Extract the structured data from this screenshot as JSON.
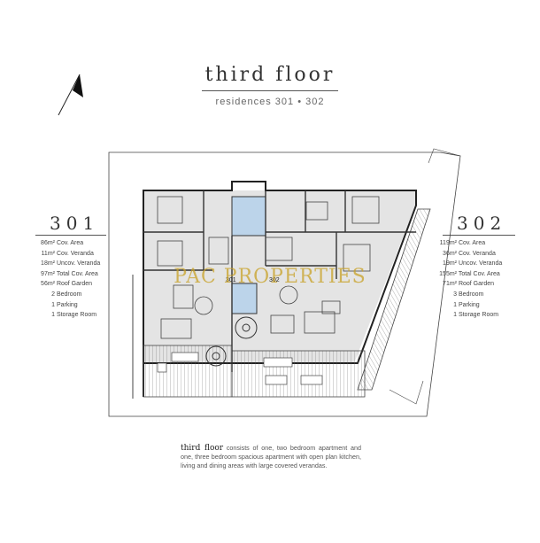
{
  "header": {
    "title": "third floor",
    "subtitle": "residences 301 • 302"
  },
  "watermark": {
    "text": "PAC PROPERTIES",
    "color": "#c9a227"
  },
  "unit_301": {
    "number": "301",
    "specs": [
      {
        "value": "86m²",
        "label": "Cov. Area"
      },
      {
        "value": "11m²",
        "label": "Cov. Veranda"
      },
      {
        "value": "18m²",
        "label": "Uncov. Veranda"
      },
      {
        "value": "97m²",
        "label": "Total Cov. Area"
      },
      {
        "value": "56m²",
        "label": "Roof Garden"
      },
      {
        "value": "2",
        "label": "Bedroom"
      },
      {
        "value": "1",
        "label": "Parking"
      },
      {
        "value": "1",
        "label": "Storage Room"
      }
    ]
  },
  "unit_302": {
    "number": "302",
    "specs": [
      {
        "value": "119m²",
        "label": "Cov. Area"
      },
      {
        "value": "36m²",
        "label": "Cov. Veranda"
      },
      {
        "value": "19m²",
        "label": "Uncov. Veranda"
      },
      {
        "value": "155m²",
        "label": "Total Cov. Area"
      },
      {
        "value": "71m²",
        "label": "Roof Garden"
      },
      {
        "value": "3",
        "label": "Bedroom"
      },
      {
        "value": "1",
        "label": "Parking"
      },
      {
        "value": "1",
        "label": "Storage Room"
      }
    ]
  },
  "plan_labels": {
    "left": "301",
    "right": "302"
  },
  "description": {
    "lead": "third floor",
    "body": " consists of one, two bedroom apartment and one, three bedroom spacious apartment with open plan kitchen, living and dining areas with large covered verandas."
  },
  "colors": {
    "line": "#333333",
    "core": "#bcd4ea",
    "gold": "#c9a227"
  }
}
